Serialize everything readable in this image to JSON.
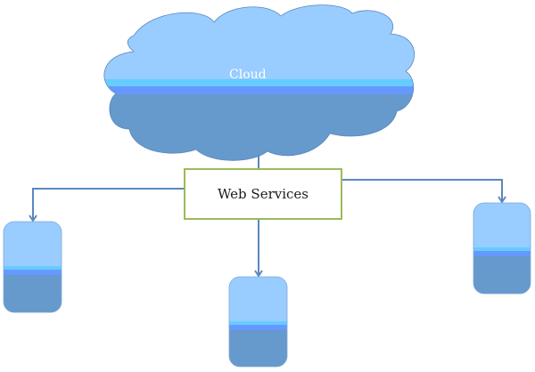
{
  "diagram": {
    "cloud": {
      "label": "Cloud"
    },
    "central_node": {
      "label": "Web Services"
    },
    "endpoints": [
      {
        "name": "left-device"
      },
      {
        "name": "center-device"
      },
      {
        "name": "right-device"
      }
    ],
    "connections": [
      {
        "from": "Cloud",
        "to": "Web Services",
        "arrow": false
      },
      {
        "from": "Web Services",
        "to": "left-device",
        "arrow": true
      },
      {
        "from": "Web Services",
        "to": "center-device",
        "arrow": true
      },
      {
        "from": "Web Services",
        "to": "right-device",
        "arrow": true
      }
    ],
    "colors": {
      "shape_light": "#99CCFF",
      "shape_cyan_band": "#66CCFF",
      "shape_mid_band": "#6699FF",
      "shape_dark": "#6699CC",
      "connector": "#5B87BE",
      "box_border": "#9BBB59"
    }
  }
}
